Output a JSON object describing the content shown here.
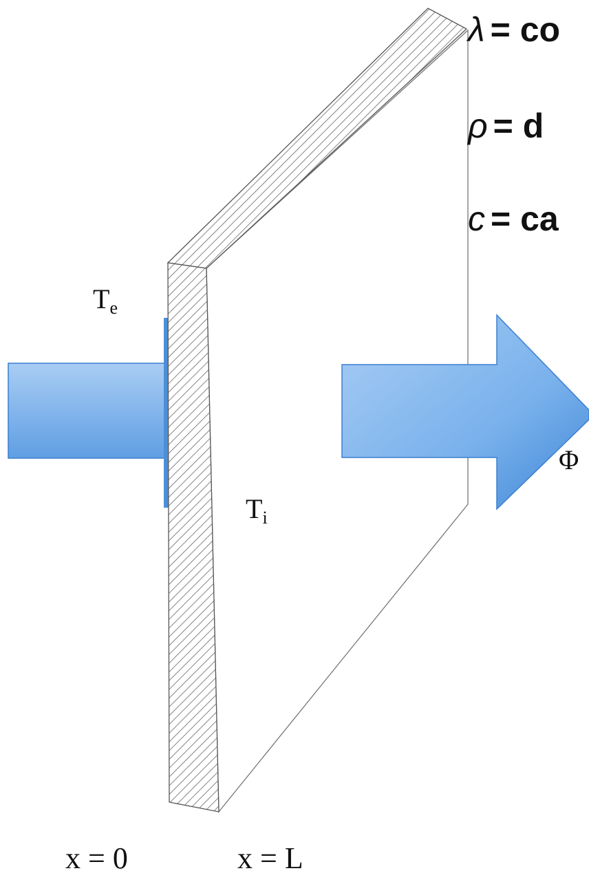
{
  "colors": {
    "arrow_light": "#a9cdf4",
    "arrow_dark": "#4b8fd9",
    "arrow_edge": "#3a7fd0",
    "wall_edge": "#555555",
    "hatch": "#666666",
    "text": "#111111"
  },
  "labels": {
    "temp_exterior": {
      "base": "T",
      "sub": "e"
    },
    "temp_interior": {
      "base": "T",
      "sub": "i"
    },
    "flux": "Φ",
    "x_zero": "x = 0",
    "x_L": "x = L"
  },
  "properties": [
    {
      "symbol": "λ",
      "text": "= co"
    },
    {
      "symbol": "ρ",
      "text": "= d"
    },
    {
      "symbol": "c",
      "text": "= ca"
    }
  ]
}
